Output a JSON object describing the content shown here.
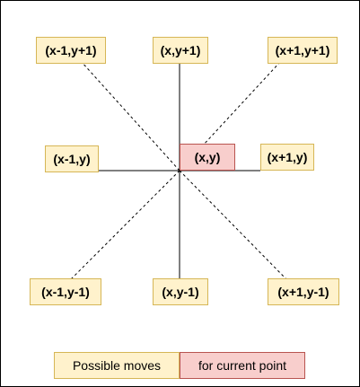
{
  "colors": {
    "possible_fill": "#fff2cc",
    "possible_border": "#d6b656",
    "current_fill": "#f8cecc",
    "current_border": "#b85450",
    "line": "#000000"
  },
  "nodes": {
    "up_left": "(x-1,y+1)",
    "up": "(x,y+1)",
    "up_right": "(x+1,y+1)",
    "left": "(x-1,y)",
    "center": "(x,y)",
    "right": "(x+1,y)",
    "down_left": "(x-1,y-1)",
    "down": "(x,y-1)",
    "down_right": "(x+1,y-1)"
  },
  "legend": {
    "possible": "Possible moves",
    "current": "for current point"
  }
}
